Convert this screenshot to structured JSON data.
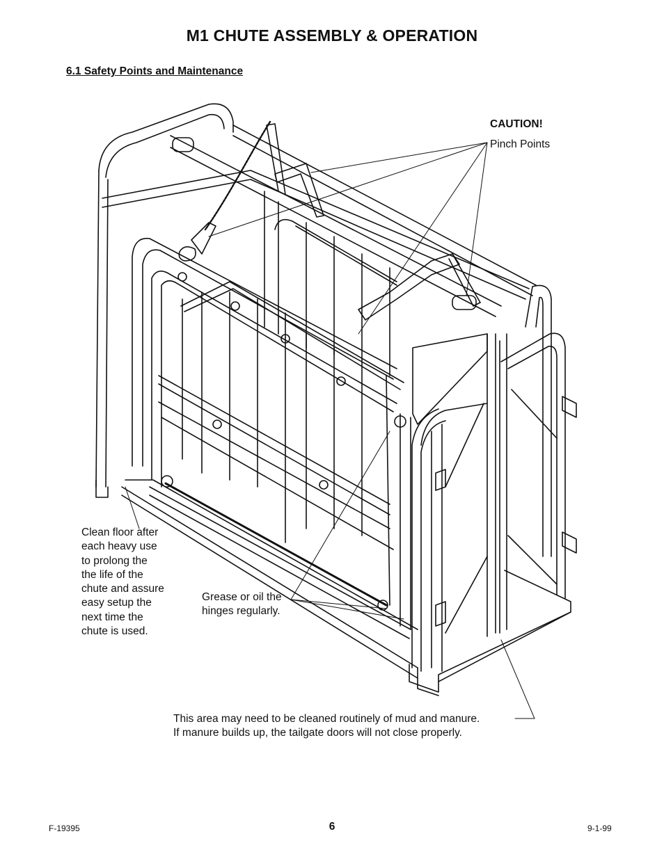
{
  "header": {
    "title": "M1 CHUTE ASSEMBLY & OPERATION"
  },
  "section": {
    "heading": "6.1 Safety Points and Maintenance"
  },
  "callouts": {
    "caution_label": "CAUTION!",
    "pinch_points": "Pinch Points",
    "clean_floor": "Clean floor after\neach heavy use\nto prolong the\nthe life of the\nchute and assure\neasy setup the\nnext time the\nchute is used.",
    "grease_hinges": "Grease or oil the\nhinges regularly.",
    "cleaning_area": "This area may need to be cleaned routinely of mud and manure.\nIf manure builds up, the tailgate doors will not close properly."
  },
  "footer": {
    "doc_number": "F-19395",
    "page_number": "6",
    "date": "9-1-99"
  }
}
